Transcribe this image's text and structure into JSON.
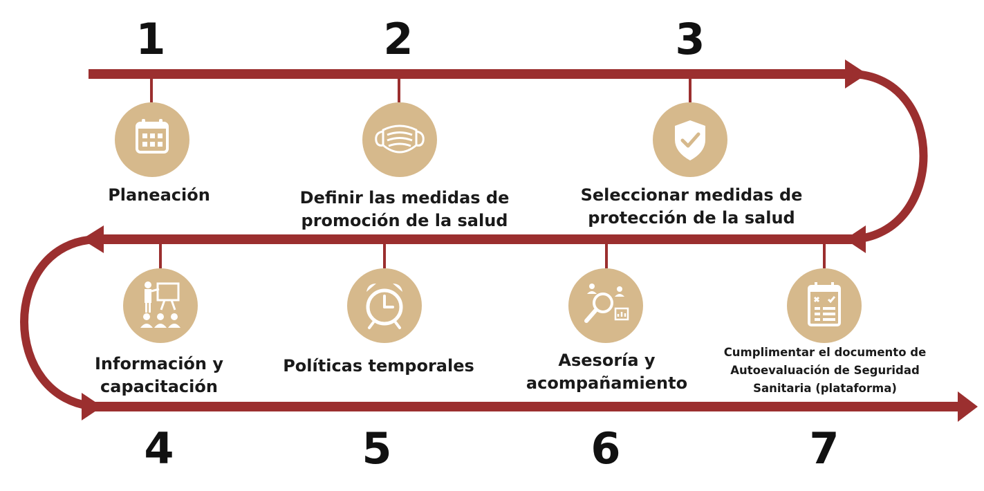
{
  "colors": {
    "path": "#9b2f2f",
    "circle": "#d6b98c",
    "icon_fg": "#ffffff",
    "text": "#1a1a1a"
  },
  "steps": [
    {
      "number": "1",
      "label": "Planeación",
      "icon": "calendar-icon"
    },
    {
      "number": "2",
      "label": "Definir las medidas de\npromoción de la salud",
      "icon": "face-mask-icon"
    },
    {
      "number": "3",
      "label": "Seleccionar medidas de\nprotección de la salud",
      "icon": "shield-check-icon"
    },
    {
      "number": "4",
      "label": "Información y\ncapacitación",
      "icon": "presentation-icon"
    },
    {
      "number": "5",
      "label": "Políticas temporales",
      "icon": "alarm-clock-icon"
    },
    {
      "number": "6",
      "label": "Asesoría y\nacompañamiento",
      "icon": "consulting-search-icon"
    },
    {
      "number": "7",
      "label": "Cumplimentar el documento de\nAutoevaluación de Seguridad\nSanitaria (plataforma)",
      "icon": "checklist-calendar-icon"
    }
  ]
}
